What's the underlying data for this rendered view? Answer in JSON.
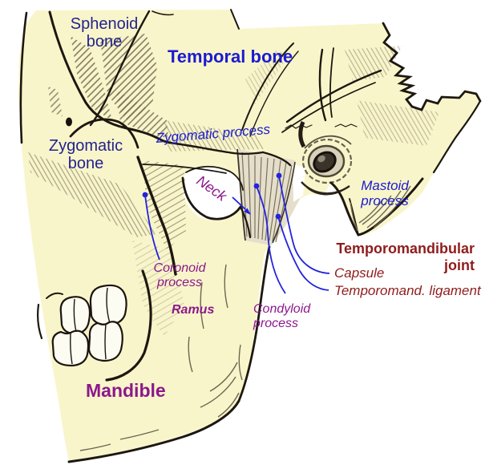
{
  "figure": {
    "type": "anatomical-diagram",
    "subject": "Temporomandibular joint, lateral view of skull",
    "labels": {
      "sphenoid_bone": {
        "text": "Sphenoid bone"
      },
      "temporal_bone": {
        "text": "Temporal bone"
      },
      "zygomatic_bone": {
        "text": "Zygomatic bone"
      },
      "zygomatic_process": {
        "text": "Zygomatic process"
      },
      "neck": {
        "text": "Neck"
      },
      "mastoid_process": {
        "text": "Mastoid process"
      },
      "coronoid_process": {
        "text": "Coronoid process"
      },
      "ramus": {
        "text": "Ramus"
      },
      "condyloid_process": {
        "text": "Condyloid process"
      },
      "tmj": {
        "text": "Temporomandibular joint"
      },
      "capsule": {
        "text": "Capsule"
      },
      "ligament": {
        "text": "Temporomand. ligament"
      },
      "mandible": {
        "text": "Mandible"
      }
    },
    "annotations": {
      "leader_dots": [
        "coronoid-process",
        "condyloid-process",
        "capsule",
        "temporomandibular-ligament"
      ],
      "arrow": "neck-arrow"
    }
  },
  "colors": {
    "bone": "#f9f5cb",
    "label_navy": "#23238c",
    "label_blue": "#1b1bd0",
    "label_purple": "#8c188c",
    "label_darkred": "#8f1c1c",
    "leader_blue": "#2323dd",
    "ink": "#1d1710",
    "hatch": "#7c7458"
  }
}
